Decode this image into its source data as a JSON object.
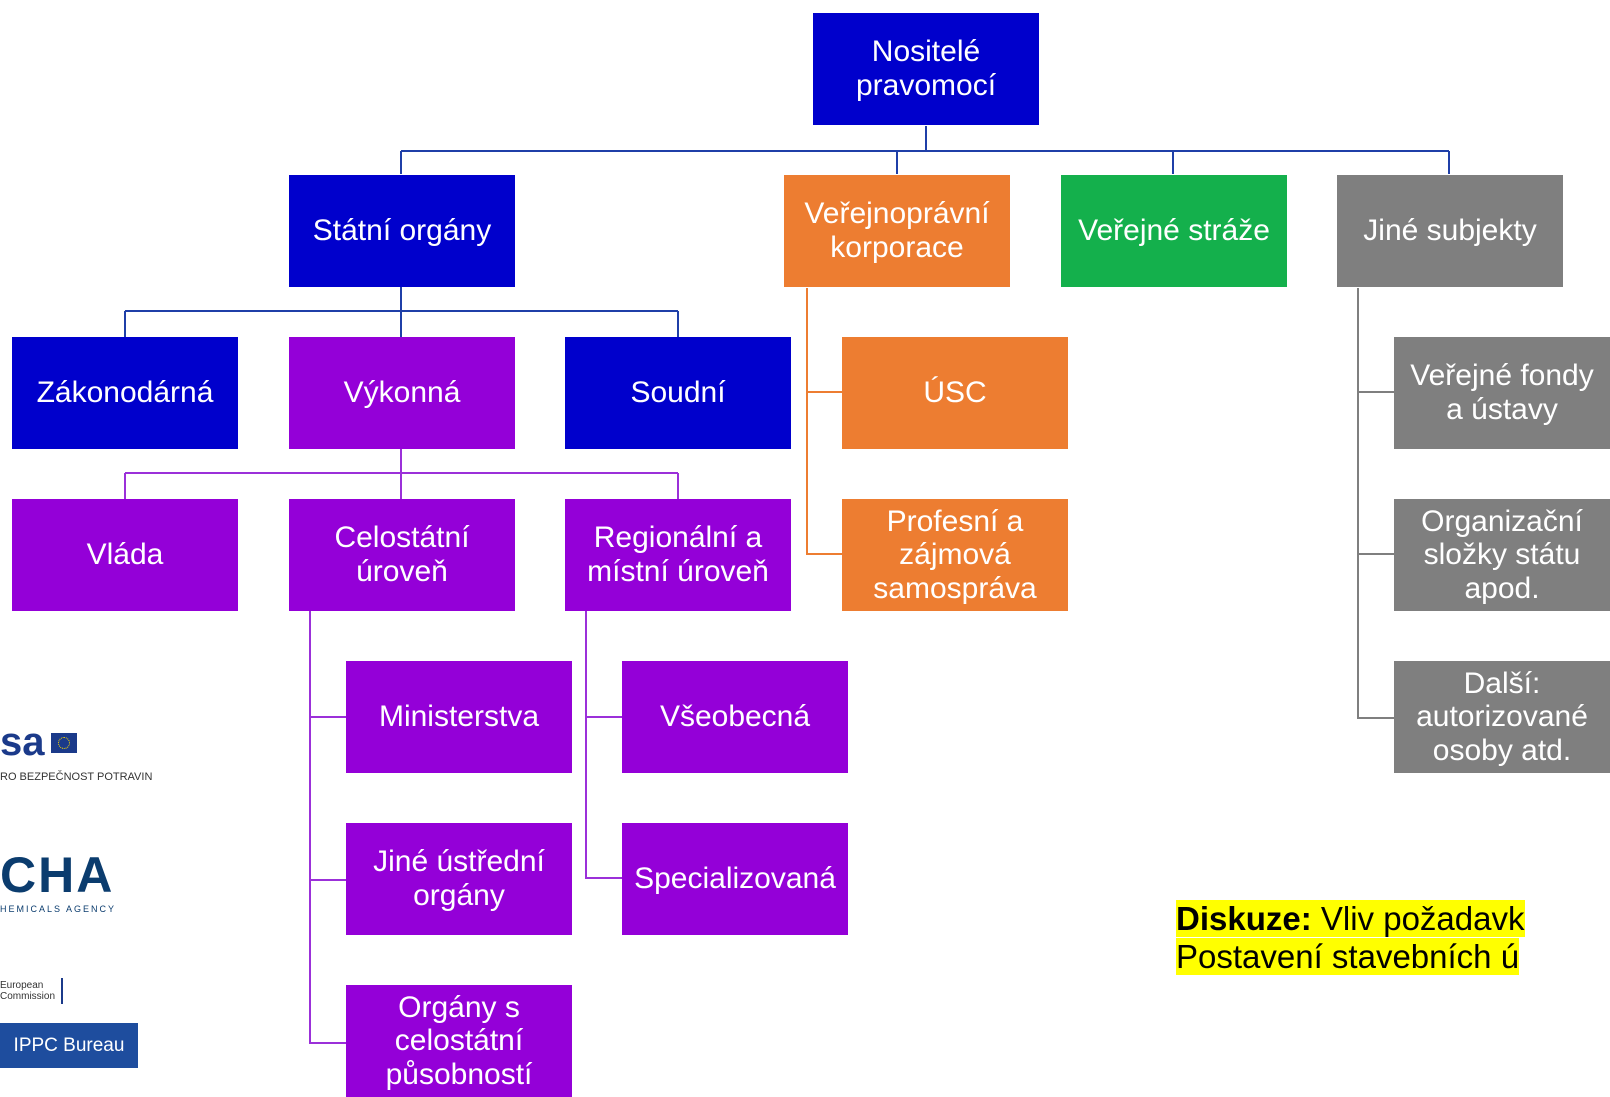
{
  "chart": {
    "root": "Nositelé\npravomocí",
    "level1": {
      "statni": "Státní orgány",
      "verejnopravni": "Veřejnoprávní\nkorporace",
      "straze": "Veřejné stráže",
      "jine": "Jiné subjekty"
    },
    "branches": {
      "zakonodarna": "Zákonodárná",
      "vykonna": "Výkonná",
      "soudni": "Soudní"
    },
    "executive": {
      "vlada": "Vláda",
      "celostatni": "Celostátní\núroveň",
      "regionalni": "Regionální a\nmístní úroveň"
    },
    "national": {
      "ministerstva": "Ministerstva",
      "jine_ustredni": "Jiné ústřední\norgány",
      "celostatni_pusobnost": "Orgány s\ncelostátní\npůsobností"
    },
    "regional": {
      "vseobecna": "Všeobecná",
      "specializovana": "Specializovaná"
    },
    "corporations": {
      "usc": "ÚSC",
      "profesni": "Profesní a\nzájmová\nsamospráva"
    },
    "other": {
      "fondy": "Veřejné fondy\na ústavy",
      "slozky": "Organizační\nsložky státu\napod.",
      "dalsi": "Další:\nautorizované\nosoby atd."
    }
  },
  "logos": {
    "efsa_text": "sa",
    "efsa_caption": "RO BEZPEČNOST POTRAVIN",
    "echa_text": "CHA",
    "echa_caption": "HEMICALS AGENCY",
    "ec_text": "European\nCommission",
    "ippc_text": "IPPC Bureau"
  },
  "discussion": {
    "label": "Diskuze:",
    "line1": " Vliv požadavk",
    "line2": "Postavení stavebních ú"
  },
  "colors": {
    "blue": "#0000cc",
    "purple": "#9400d8",
    "orange": "#ed7d31",
    "green": "#14b04c",
    "gray": "#7f7f7f",
    "highlight": "#ffff00"
  }
}
